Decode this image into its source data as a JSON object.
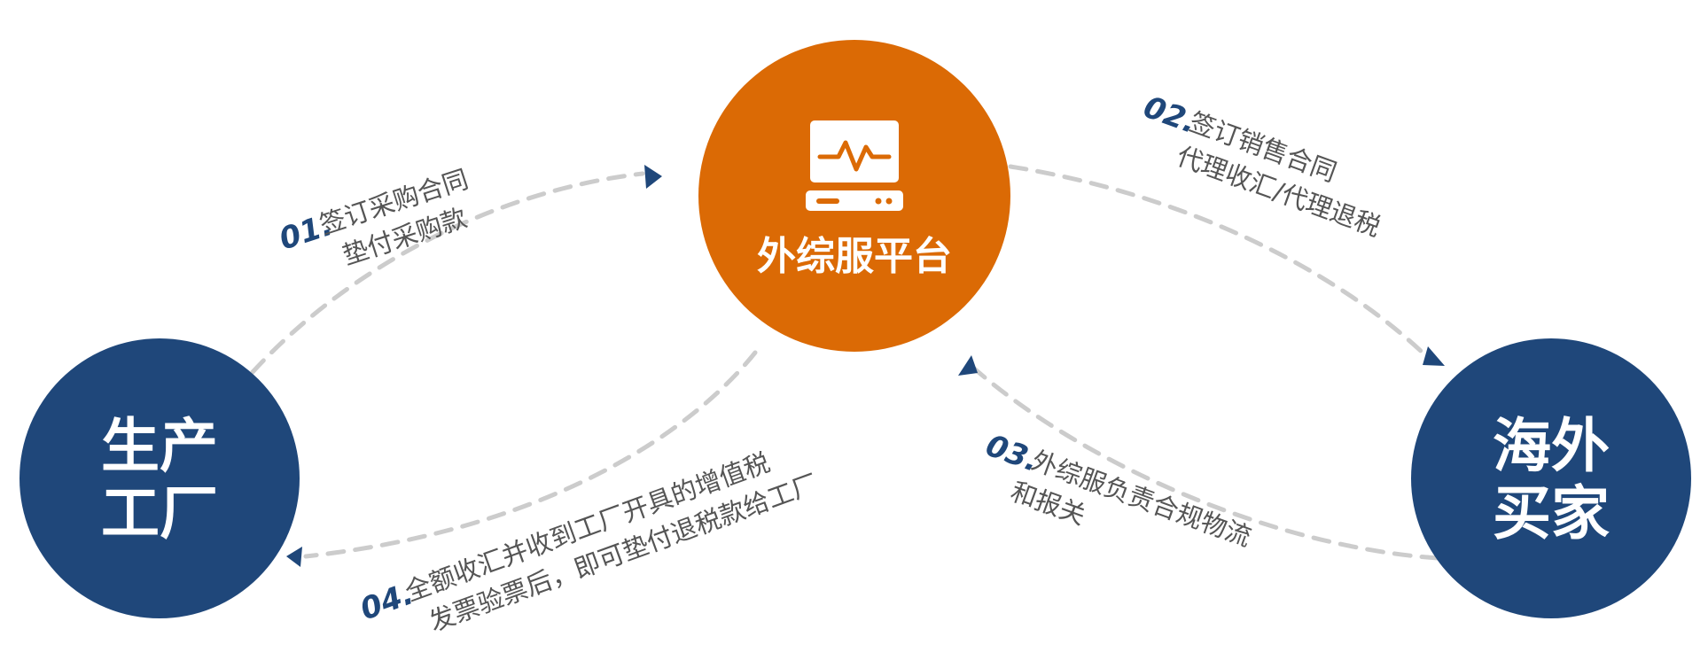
{
  "colors": {
    "platform": "#DB6A05",
    "party": "#1F477A",
    "step_number": "#1F477A",
    "step_text": "#555555",
    "flow_line": "#CCCCCC"
  },
  "nodes": {
    "platform": {
      "label": "外综服平台",
      "icon": "monitor-pulse-icon"
    },
    "factory": {
      "line1": "生产",
      "line2": "工厂"
    },
    "buyer": {
      "line1": "海外",
      "line2": "买家"
    }
  },
  "steps": [
    {
      "num": "01.",
      "line1": "签订采购合同",
      "line2": "垫付采购款"
    },
    {
      "num": "02.",
      "line1": "签订销售合同",
      "line2": "代理收汇/代理退税"
    },
    {
      "num": "03.",
      "line1": "外综服负责合规物流",
      "line2": "和报关"
    },
    {
      "num": "04.",
      "line1": "全额收汇并收到工厂开具的增值税",
      "line2": "发票验票后，即可垫付退税款给工厂"
    }
  ]
}
